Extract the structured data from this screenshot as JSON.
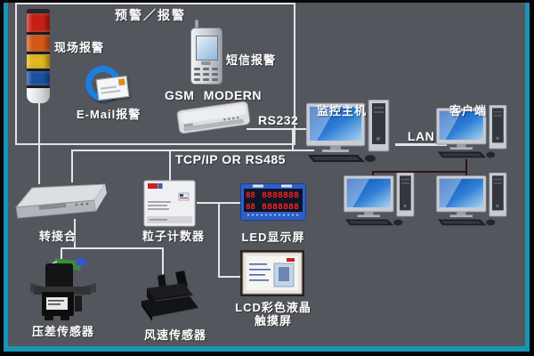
{
  "diagram": {
    "title": "预警／报警",
    "alarm_group": {
      "onsite_label": "现场报警",
      "email_label": "E-Mail报警",
      "sms_label": "短信报警",
      "gsm_label": "GSM MODERN"
    },
    "links": {
      "rs232": "RS232",
      "bus": "TCP/IP OR RS485",
      "lan": "LAN"
    },
    "nodes": {
      "host": "监控主机",
      "client": "客户端",
      "adapter": "转接合",
      "particle_counter": "粒子计数器",
      "led_display": "LED显示屏",
      "lcd_touch_line1": "LCD彩色液晶",
      "lcd_touch_line2": "触摸屏",
      "pressure_sensor": "压差传感器",
      "wind_sensor": "风速传感器"
    },
    "led_panel": {
      "row1_left": "88",
      "row1_right": "8888888",
      "row2_left": "88",
      "row2_right": "8888888"
    },
    "colors": {
      "background": "#54565d",
      "accent_teal": "#1895b5",
      "line_white": "#e4e5e8",
      "dark_link": "#2b1616",
      "led_red": "#ff2317",
      "led_frame_blue": "#2e5fc6",
      "screen_blue": "#2f7fd6"
    }
  }
}
